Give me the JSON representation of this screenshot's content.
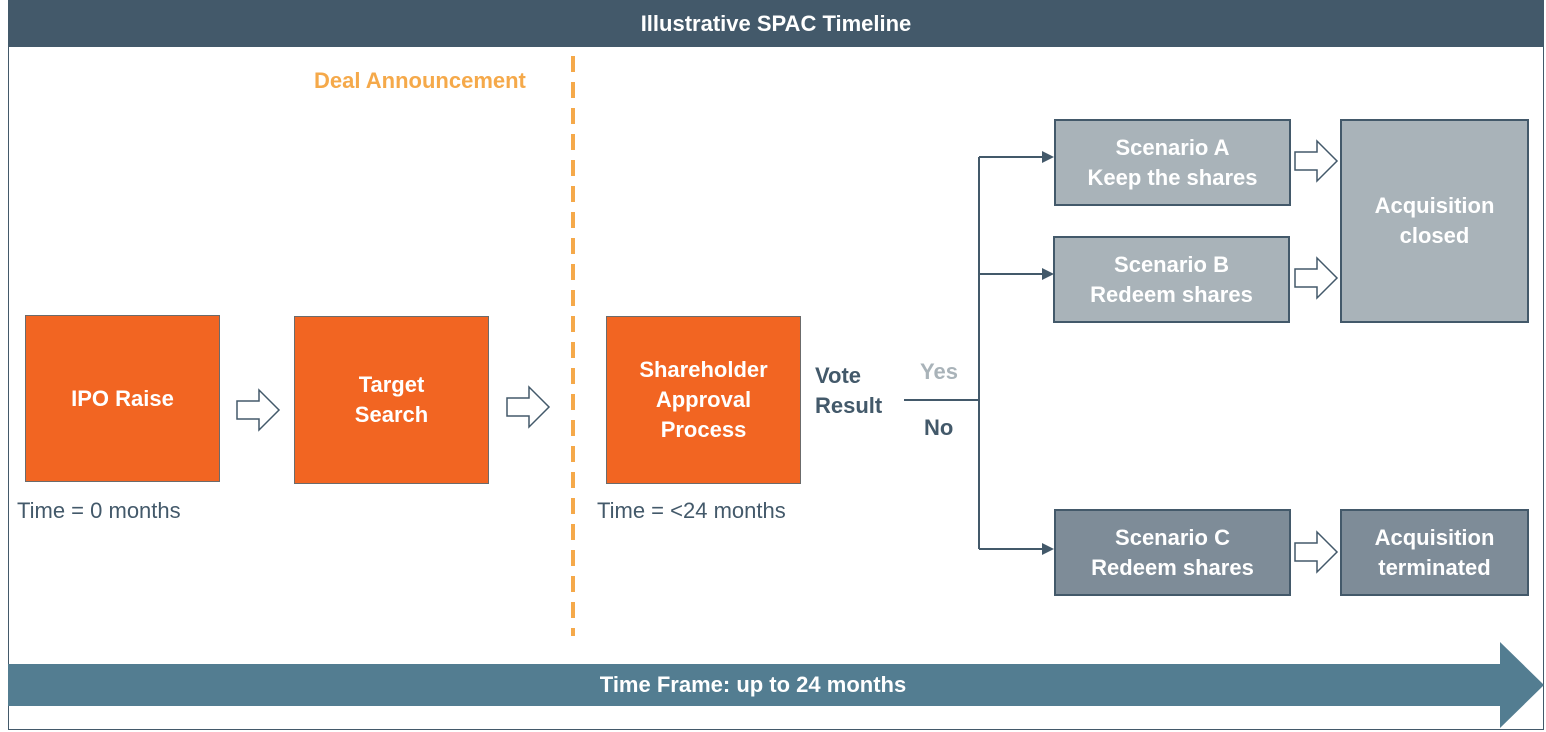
{
  "title": "Illustrative SPAC Timeline",
  "deal_announcement": "Deal Announcement",
  "boxes": {
    "ipo": "IPO Raise",
    "target": [
      "Target",
      "Search"
    ],
    "approval": [
      "Shareholder",
      "Approval",
      "Process"
    ],
    "scenario_a": [
      "Scenario A",
      "Keep the shares"
    ],
    "scenario_b": [
      "Scenario B",
      "Redeem shares"
    ],
    "scenario_c": [
      "Scenario C",
      "Redeem shares"
    ],
    "closed": [
      "Acquisition",
      "closed"
    ],
    "terminated": [
      "Acquisition",
      "terminated"
    ]
  },
  "time_labels": {
    "start": "Time = 0 months",
    "end": "Time = <24 months"
  },
  "vote": {
    "label": [
      "Vote",
      "Result"
    ],
    "yes": "Yes",
    "no": "No"
  },
  "timeframe": "Time Frame: up to 24 months",
  "colors": {
    "orange": "#f26522",
    "slate": "#43596a",
    "light_gray": "#a9b3b9",
    "dark_gray": "#7e8c98",
    "deal_orange": "#f5a94a",
    "timeframe_blue": "#537d91"
  }
}
